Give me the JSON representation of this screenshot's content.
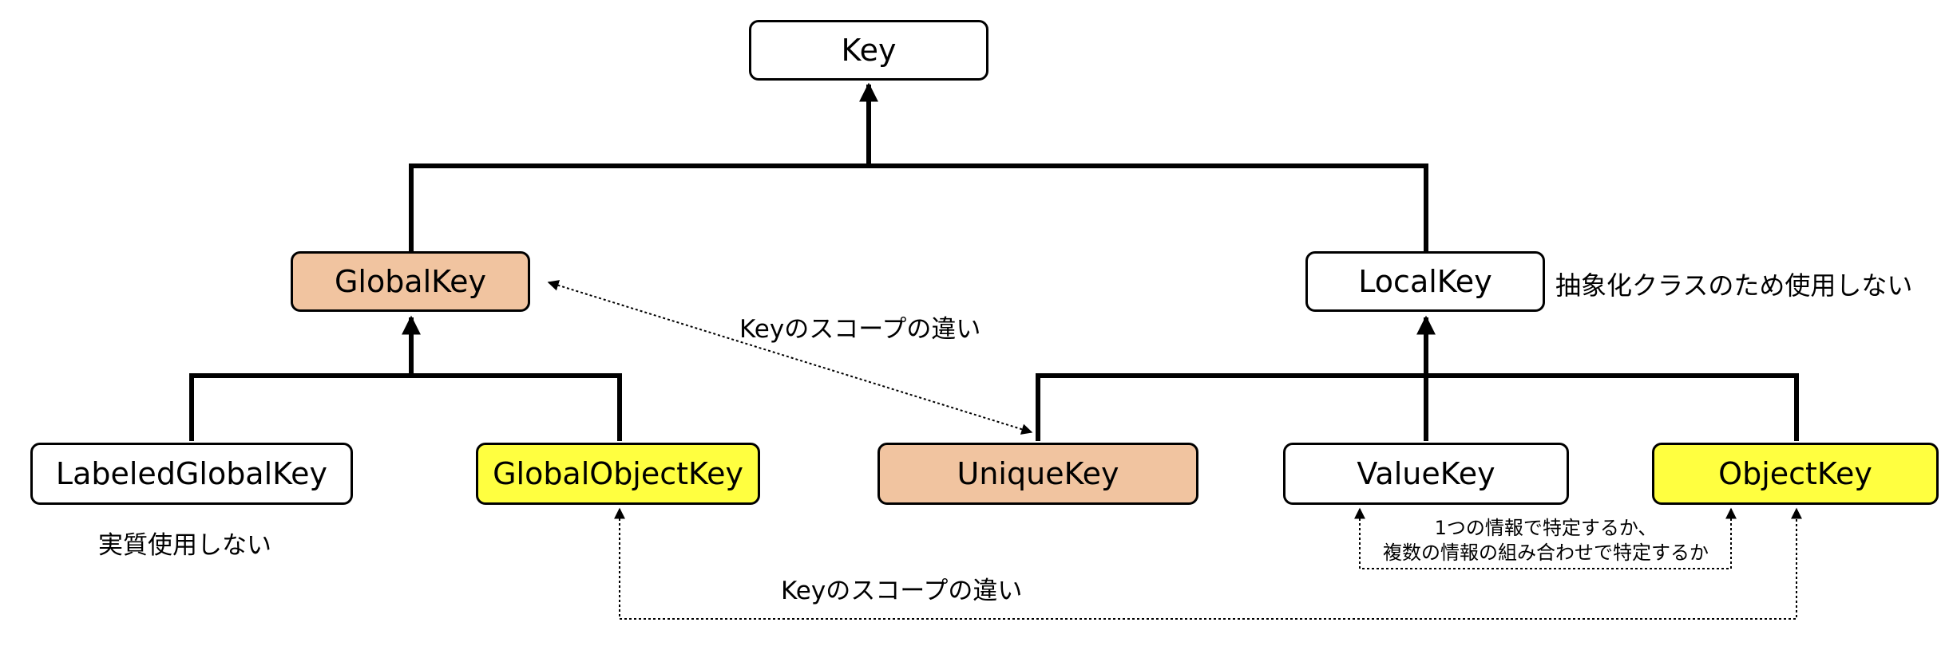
{
  "nodes": {
    "key": {
      "label": "Key",
      "fill": "#ffffff"
    },
    "global_key": {
      "label": "GlobalKey",
      "fill": "#f1c4a0"
    },
    "local_key": {
      "label": "LocalKey",
      "fill": "#ffffff"
    },
    "labeled_global_key": {
      "label": "LabeledGlobalKey",
      "fill": "#ffffff"
    },
    "global_object_key": {
      "label": "GlobalObjectKey",
      "fill": "#ffff40"
    },
    "unique_key": {
      "label": "UniqueKey",
      "fill": "#f1c4a0"
    },
    "value_key": {
      "label": "ValueKey",
      "fill": "#ffffff"
    },
    "object_key": {
      "label": "ObjectKey",
      "fill": "#ffff40"
    }
  },
  "notes": {
    "local_key_note": "抽象化クラスのため使用しない",
    "labeled_note": "実質使用しない",
    "scope_diff_upper": "Keyのスコープの違い",
    "scope_diff_lower": "Keyのスコープの違い",
    "value_object_line1": "1つの情報で特定するか、",
    "value_object_line2": "複数の情報の組み合わせで特定するか"
  }
}
